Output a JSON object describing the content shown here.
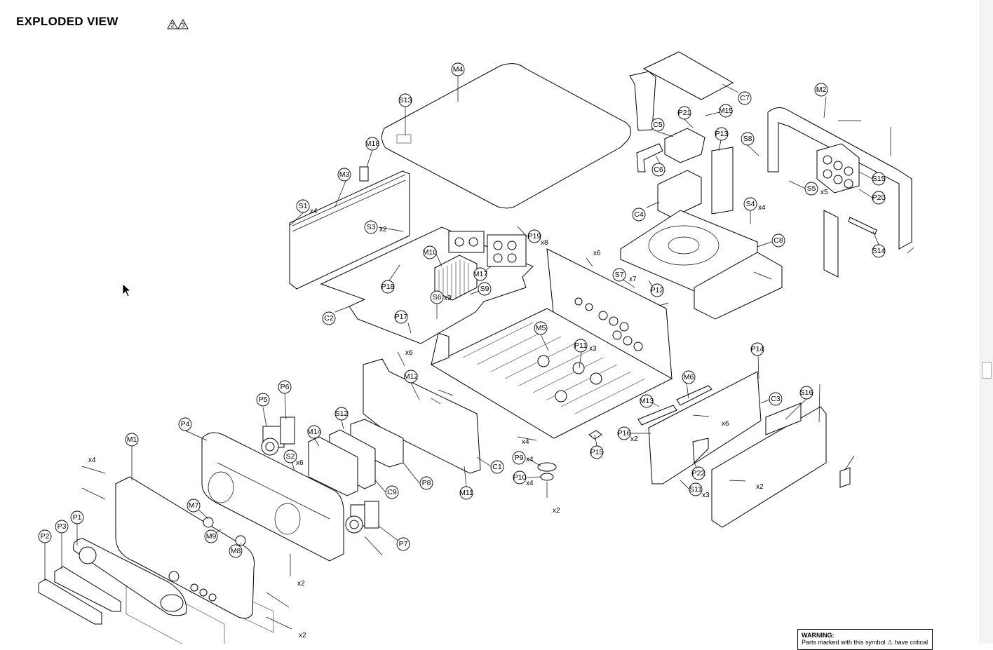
{
  "header": {
    "title": "EXPLODED VIEW",
    "symbol_refs": [
      "2",
      "3"
    ]
  },
  "warning_box": {
    "heading": "WARNING:",
    "text": "Parts marked with this symbol ⚠ have critical"
  },
  "part_labels": [
    "M4",
    "S13",
    "M18",
    "M3",
    "S1",
    "S3",
    "P19",
    "M10",
    "M17",
    "P18",
    "S9",
    "S6",
    "C2",
    "P17",
    "C7",
    "M2",
    "P21",
    "M15",
    "C5",
    "P13",
    "S8",
    "C6",
    "C4",
    "S5",
    "S15",
    "P20",
    "S4",
    "C8",
    "S7",
    "P12",
    "S14",
    "S2",
    "M5",
    "P11",
    "M12",
    "M13",
    "M6",
    "P14",
    "C3",
    "S16",
    "P16",
    "P15",
    "P9",
    "P10",
    "P22",
    "S11",
    "M1",
    "P4",
    "P5",
    "P6",
    "M14",
    "S12",
    "C9",
    "P8",
    "M11",
    "C1",
    "M7",
    "M9",
    "M8",
    "P7",
    "P1",
    "P2",
    "P3"
  ],
  "multipliers": [
    "x4",
    "x2",
    "x8",
    "x3",
    "x6",
    "x5",
    "x7",
    "x4",
    "x6",
    "x3",
    "x6",
    "x2",
    "x4",
    "x4",
    "x4",
    "x2",
    "x3",
    "x2",
    "x6",
    "x4",
    "x2",
    "x2"
  ],
  "colors": {
    "line": "#000000",
    "background": "#ffffff",
    "scrollbar": "#f4f4f4"
  }
}
